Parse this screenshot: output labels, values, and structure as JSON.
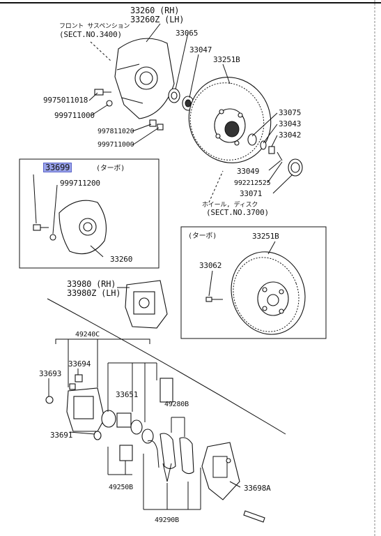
{
  "labels": {
    "l33260": "33260 (RH)",
    "l33260z": "33260Z (LH)",
    "front_jp": "フロント サスペンション",
    "sect3400": "(SECT.NO.3400)",
    "l33065": "33065",
    "l33047": "33047",
    "l33251b": "33251B",
    "l9975": "9975011018",
    "l999711000a": "999711000",
    "l997811020": "997811020",
    "l999711000b": "999711000",
    "l33075": "33075",
    "l33043": "33043",
    "l33042": "33042",
    "l33049": "33049",
    "l992212525": "992212525",
    "l33071": "33071",
    "wheel_jp": "ホイール, ディスク",
    "sect3700": "(SECT.NO.3700)",
    "l33699": "33699",
    "turbo1": "(ターボ)",
    "l999711200": "999711200",
    "l33260b": "33260",
    "turbo2": "(ターボ)",
    "l33251b2": "33251B",
    "l33062": "33062",
    "l33980": "33980 (RH)",
    "l33980z": "33980Z (LH)",
    "l49240c": "49240C",
    "l33694": "33694",
    "l33693": "33693",
    "l33651": "33651",
    "l49280b": "49280B",
    "l33691": "33691",
    "l49250b": "49250B",
    "l33698a": "33698A",
    "l49290b": "49290B"
  },
  "colors": {
    "highlight": "#9aa3ea",
    "ink": "#111111"
  }
}
